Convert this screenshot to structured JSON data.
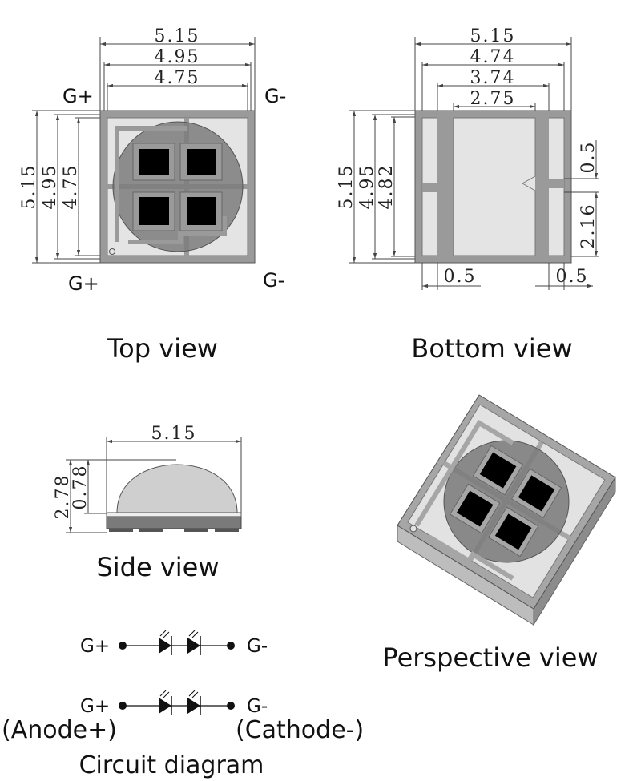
{
  "top_view": {
    "caption": "Top view",
    "dims": {
      "w1": "5.15",
      "w2": "4.95",
      "w3": "4.75",
      "h1": "5.15",
      "h2": "4.95",
      "h3": "4.75"
    },
    "pins": {
      "tl": "G+",
      "tr": "G-",
      "bl": "G+",
      "br": "G-"
    }
  },
  "bottom_view": {
    "caption": "Bottom view",
    "dims": {
      "w1": "5.15",
      "w2": "4.74",
      "w3": "3.74",
      "w4": "2.75",
      "h1": "5.15",
      "h2": "4.95",
      "h3": "4.82",
      "r1": "0.5",
      "r2": "2.16",
      "b1": "0.5",
      "b2": "0.5"
    }
  },
  "side_view": {
    "caption": "Side view",
    "dims": {
      "w": "5.15",
      "h1": "2.78",
      "h2": "0.78"
    }
  },
  "perspective_view": {
    "caption": "Perspective view"
  },
  "circuit": {
    "caption": "Circuit diagram",
    "anode": "G+",
    "cathode": "G-",
    "anode_note": "(Anode+)",
    "cathode_note": "(Cathode-)"
  },
  "colors": {
    "frame": "#9a9a9a",
    "pad_light": "#e4e4e4",
    "lens": "#7c7c7c",
    "die": "#000000",
    "dome": "#cfcfcf",
    "base": "#7a7a7a"
  }
}
